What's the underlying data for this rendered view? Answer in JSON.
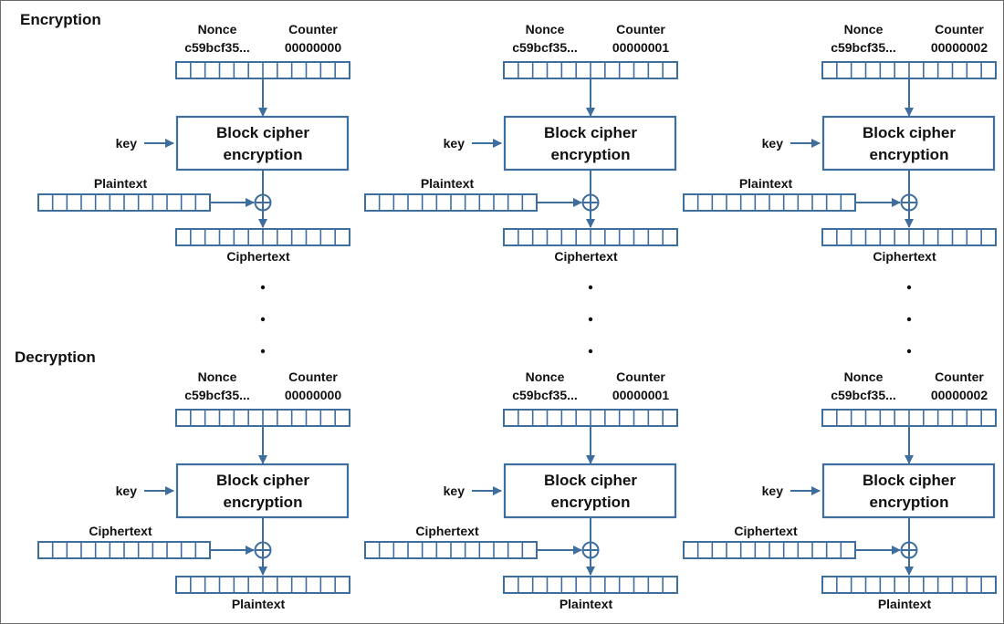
{
  "sections": [
    {
      "title": "Encryption",
      "input_label": "Plaintext",
      "output_label": "Ciphertext"
    },
    {
      "title": "Decryption",
      "input_label": "Ciphertext",
      "output_label": "Plaintext"
    }
  ],
  "nonce_label": "Nonce",
  "nonce_value": "c59bcf35...",
  "counter_label": "Counter",
  "counter_values": [
    "00000000",
    "00000001",
    "00000002"
  ],
  "block_line1": "Block cipher",
  "block_line2": "encryption",
  "key_label": "key",
  "colors": {
    "stroke": "#3e6e9e",
    "text": "#111111",
    "frame": "#6a6a6a"
  }
}
